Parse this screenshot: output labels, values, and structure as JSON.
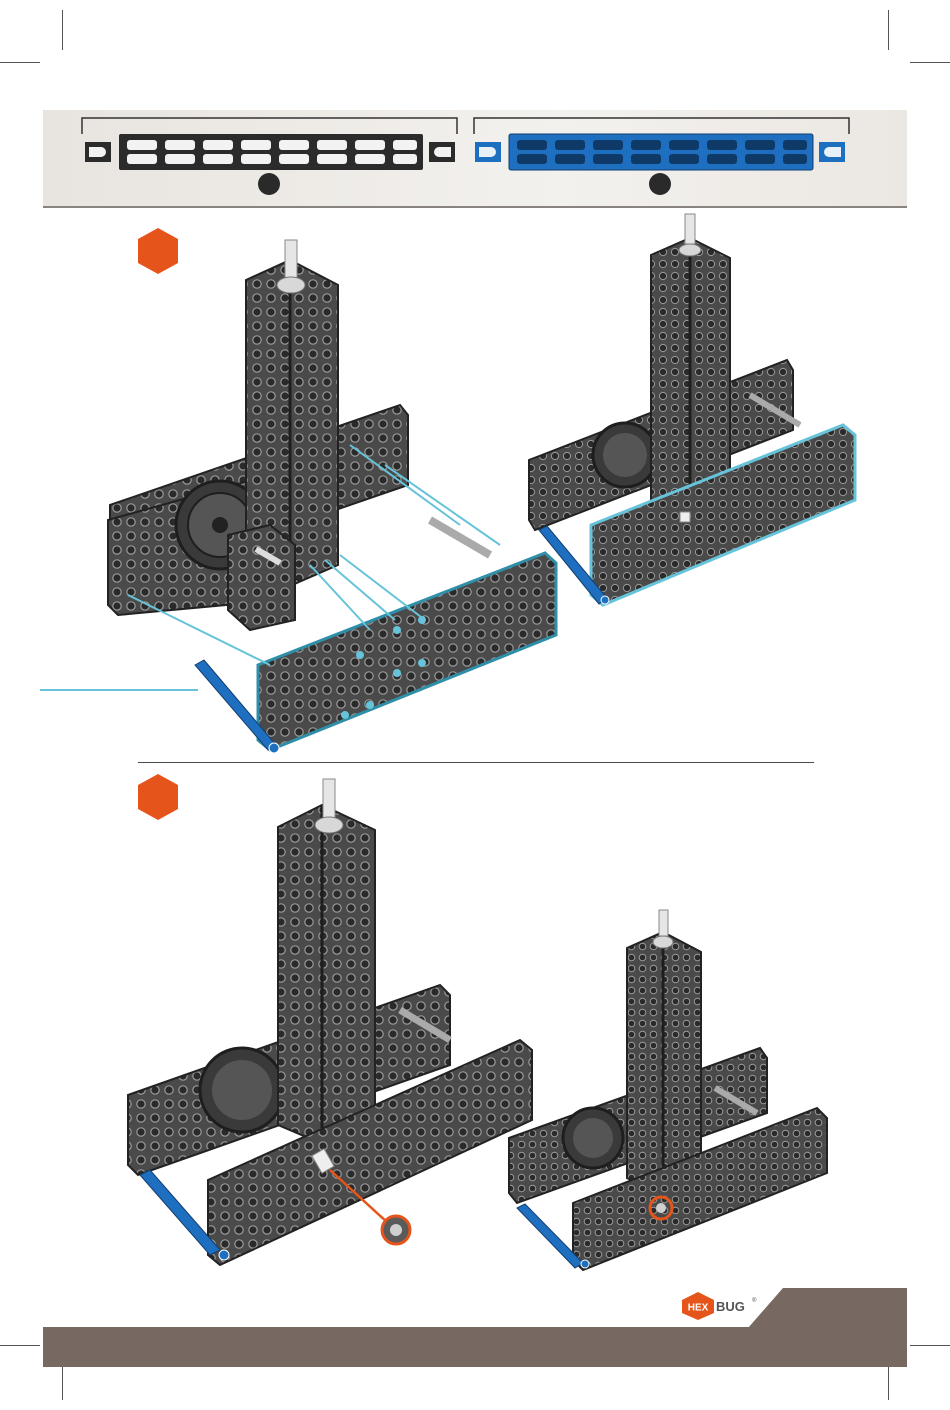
{
  "page": {
    "background": "#ffffff"
  },
  "parts_header": {
    "background": "#efece8",
    "parts": [
      {
        "name": "black-beam",
        "color": "#2b2b2b",
        "quantity_dot": "#2a2a2a"
      },
      {
        "name": "blue-beam",
        "color": "#1f6fc0",
        "quantity_dot": "#2a2a2a"
      }
    ]
  },
  "steps": [
    {
      "badge_color": "#e5541b",
      "highlight_color": "#66c3d9",
      "icon": "hexagon-step-badge"
    },
    {
      "badge_color": "#e5541b",
      "highlight_color": "#e5541b",
      "icon": "hexagon-step-badge"
    }
  ],
  "brand": {
    "hex": "HEX",
    "bug": "BUG",
    "tm": "®",
    "logo_color": "#e5541b"
  },
  "footer": {
    "color": "#776961"
  }
}
